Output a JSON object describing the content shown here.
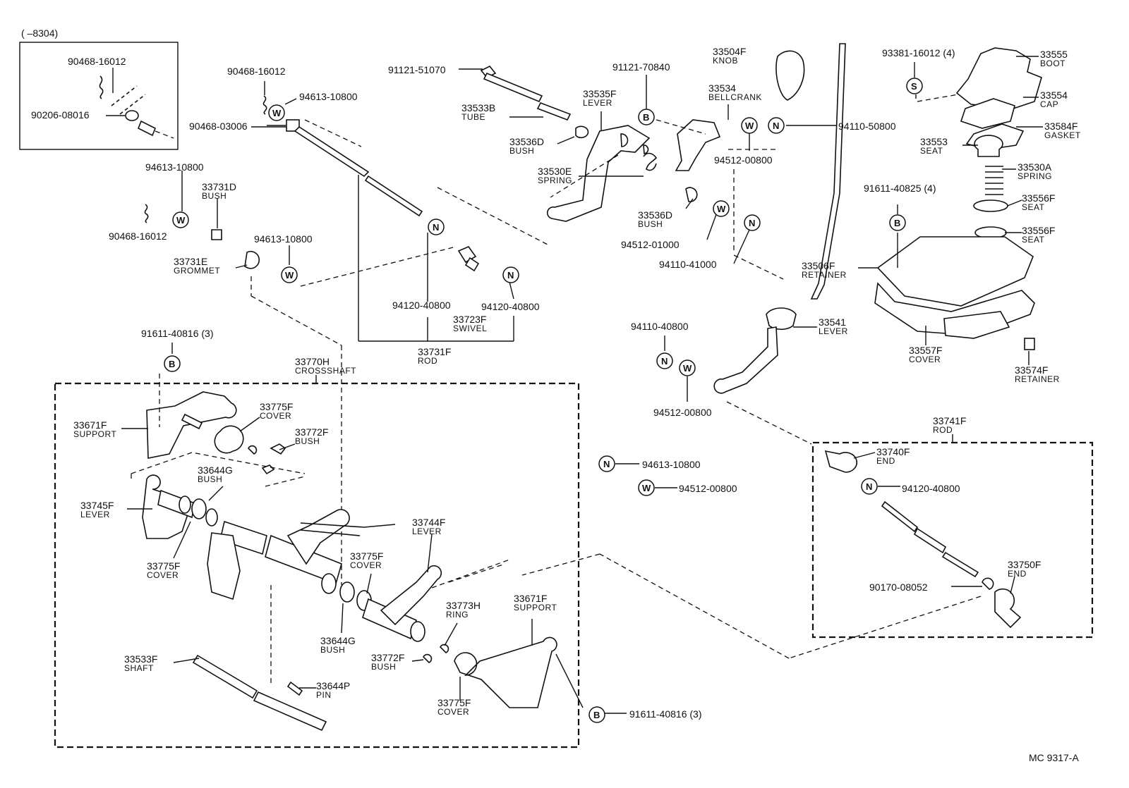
{
  "diagram": {
    "inset_label": "(     –8304)",
    "footer_code": "MC  9317-A",
    "symbols": {
      "washer": "W",
      "nut": "N",
      "bolt": "B",
      "screw": "S"
    },
    "inset_parts": [
      {
        "id": "90468-16012"
      },
      {
        "id": "90206-08016"
      }
    ],
    "parts": [
      {
        "id": "90468-16012",
        "name": ""
      },
      {
        "id": "94613-10800",
        "name": ""
      },
      {
        "id": "90468-03006",
        "name": ""
      },
      {
        "id": "94613-10800",
        "name": ""
      },
      {
        "id": "90468-16012",
        "name": ""
      },
      {
        "id": "33731D",
        "name": "BUSH"
      },
      {
        "id": "94613-10800",
        "name": ""
      },
      {
        "id": "33731E",
        "name": "GROMMET"
      },
      {
        "id": "91121-51070",
        "name": ""
      },
      {
        "id": "33533B",
        "name": "TUBE"
      },
      {
        "id": "33536D",
        "name": "BUSH"
      },
      {
        "id": "33535F",
        "name": "LEVER"
      },
      {
        "id": "91121-70840",
        "name": ""
      },
      {
        "id": "33530E",
        "name": "SPRING"
      },
      {
        "id": "33534",
        "name": "BELLCRANK"
      },
      {
        "id": "33504F",
        "name": "KNOB"
      },
      {
        "id": "94512-00800",
        "name": ""
      },
      {
        "id": "33536D",
        "name": "BUSH"
      },
      {
        "id": "94512-01000",
        "name": ""
      },
      {
        "id": "94110-41000",
        "name": ""
      },
      {
        "id": "94110-50800",
        "name": ""
      },
      {
        "id": "94120-40800",
        "name": ""
      },
      {
        "id": "94120-40800",
        "name": ""
      },
      {
        "id": "33723F",
        "name": "SWIVEL"
      },
      {
        "id": "33731F",
        "name": "ROD"
      },
      {
        "id": "93381-16012 (4)",
        "name": ""
      },
      {
        "id": "33555",
        "name": "BOOT"
      },
      {
        "id": "33554",
        "name": "CAP"
      },
      {
        "id": "33584F",
        "name": "GASKET"
      },
      {
        "id": "33553",
        "name": "SEAT"
      },
      {
        "id": "33530A",
        "name": "SPRING"
      },
      {
        "id": "91611-40825 (4)",
        "name": ""
      },
      {
        "id": "33556F",
        "name": "SEAT"
      },
      {
        "id": "33556F",
        "name": "SEAT"
      },
      {
        "id": "33506F",
        "name": "RETAINER"
      },
      {
        "id": "33541",
        "name": "LEVER"
      },
      {
        "id": "94110-40800",
        "name": ""
      },
      {
        "id": "94512-00800",
        "name": ""
      },
      {
        "id": "33557F",
        "name": "COVER"
      },
      {
        "id": "33574F",
        "name": "RETAINER"
      },
      {
        "id": "91611-40816 (3)",
        "name": ""
      },
      {
        "id": "33770H",
        "name": "CROSSSHAFT"
      },
      {
        "id": "33671F",
        "name": "SUPPORT"
      },
      {
        "id": "33775F",
        "name": "COVER"
      },
      {
        "id": "33772F",
        "name": "BUSH"
      },
      {
        "id": "33644G",
        "name": "BUSH"
      },
      {
        "id": "33745F",
        "name": "LEVER"
      },
      {
        "id": "33775F",
        "name": "COVER"
      },
      {
        "id": "33744F",
        "name": "LEVER"
      },
      {
        "id": "33775F",
        "name": "COVER"
      },
      {
        "id": "33644G",
        "name": "BUSH"
      },
      {
        "id": "33773H",
        "name": "RING"
      },
      {
        "id": "33671F",
        "name": "SUPPORT"
      },
      {
        "id": "33772F",
        "name": "BUSH"
      },
      {
        "id": "33775F",
        "name": "COVER"
      },
      {
        "id": "33533F",
        "name": "SHAFT"
      },
      {
        "id": "33644P",
        "name": "PIN"
      },
      {
        "id": "91611-40816 (3)",
        "name": ""
      },
      {
        "id": "94613-10800",
        "name": ""
      },
      {
        "id": "94512-00800",
        "name": ""
      },
      {
        "id": "33741F",
        "name": "ROD"
      },
      {
        "id": "33740F",
        "name": "END"
      },
      {
        "id": "94120-40800",
        "name": ""
      },
      {
        "id": "33750F",
        "name": "END"
      },
      {
        "id": "90170-08052",
        "name": ""
      }
    ]
  }
}
